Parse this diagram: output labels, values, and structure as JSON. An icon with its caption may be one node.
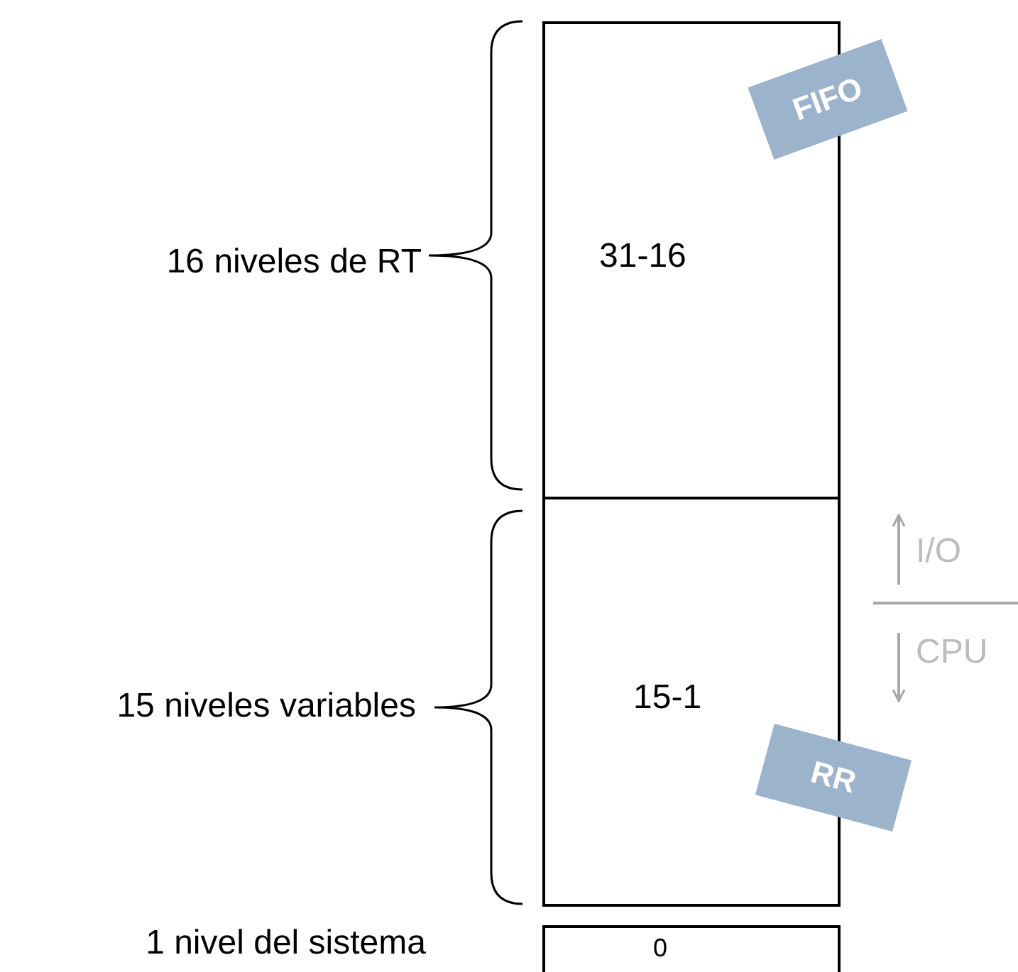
{
  "diagram": {
    "nodes": [
      {
        "text": [
          "31-16"
        ]
      },
      {
        "text": [
          "15-1"
        ]
      },
      {
        "text": [
          "0"
        ]
      },
      {
        "text": [
          "FIFO"
        ]
      },
      {
        "text": [
          "RR"
        ]
      }
    ],
    "labels": [
      "16 niveles de RT",
      "15 niveles variables",
      "1 nivel del sistema",
      "I/O",
      "CPU"
    ]
  }
}
